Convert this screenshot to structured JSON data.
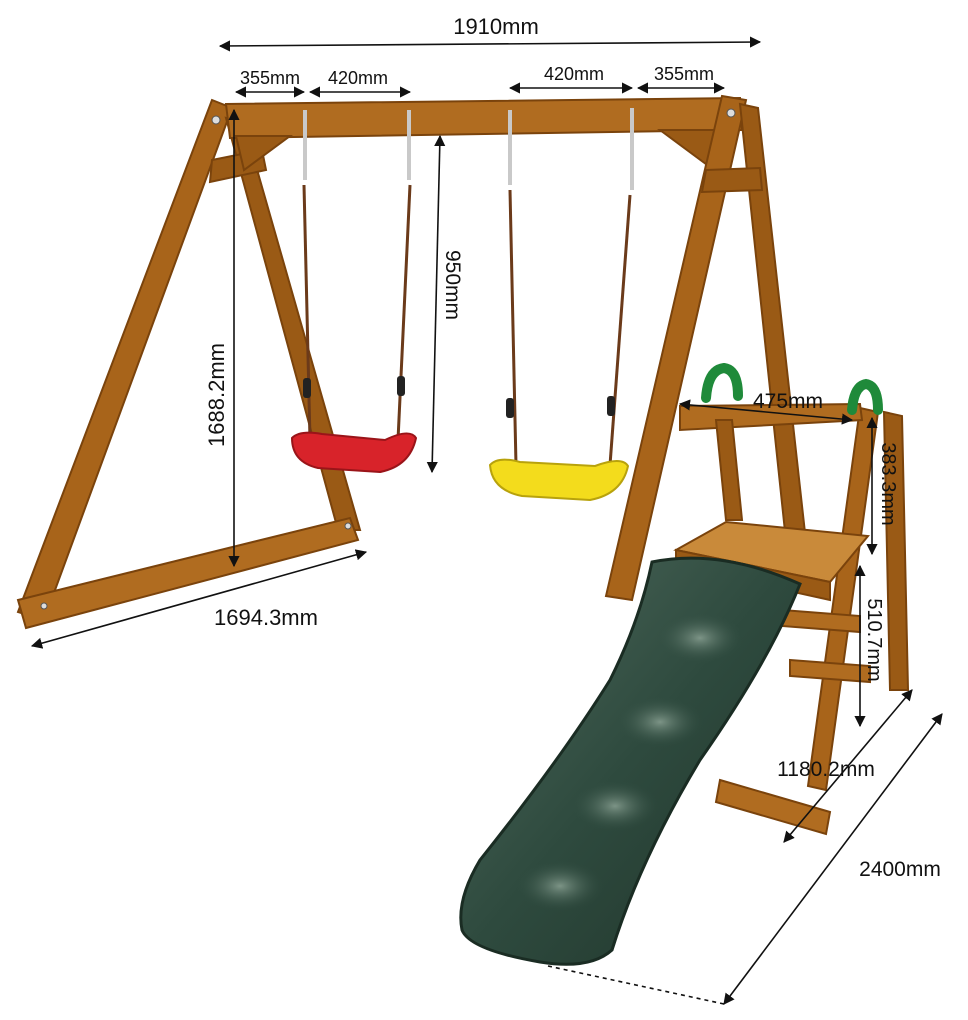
{
  "colors": {
    "wood": "#a8641a",
    "wood_dark": "#7a430c",
    "wood_light": "#c98a3a",
    "slide": "#2e4a3e",
    "slide_highlight": "#6f8a7d",
    "seat_left": "#d8232a",
    "seat_right": "#f3dc1c",
    "handle": "#1f8a3a",
    "chain": "#c9c9c9",
    "rope": "#6b3a1a",
    "dimension": "#111111"
  },
  "dimensions": {
    "top_width": "1910mm",
    "left_seg_a": "355mm",
    "left_seg_b": "420mm",
    "right_seg_a": "420mm",
    "right_seg_b": "355mm",
    "swing_drop": "950mm",
    "frame_height": "1688.2mm",
    "frame_depth": "1694.3mm",
    "platform_width": "475mm",
    "rail_height": "383.3mm",
    "platform_height": "510.7mm",
    "slide_side_depth": "1180.2mm",
    "overall_depth": "2400mm"
  }
}
